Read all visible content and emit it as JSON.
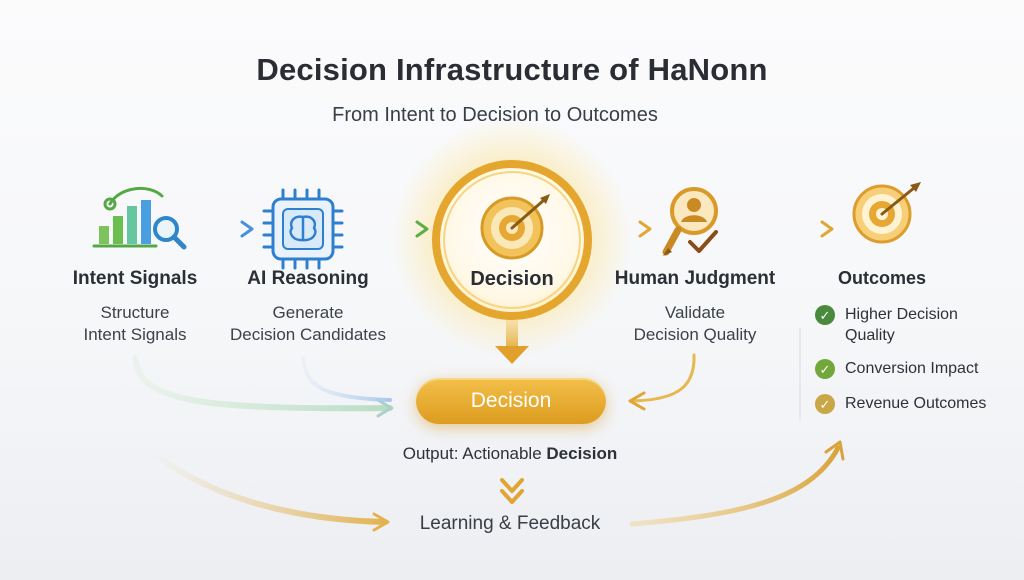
{
  "title": "Decision Infrastructure of HaNonn",
  "subtitle": "From Intent to Decision to Outcomes",
  "stages": [
    {
      "title": "Intent Signals",
      "desc_line1": "Structure",
      "desc_line2": "Intent Signals",
      "icon": "bar-chart-search-icon"
    },
    {
      "title": "AI Reasoning",
      "desc_line1": "Generate",
      "desc_line2": "Decision Candidates",
      "icon": "ai-chip-brain-icon"
    },
    {
      "title": "Decision",
      "icon": "target-arrow-icon"
    },
    {
      "title": "Human Judgment",
      "desc_line1": "Validate",
      "desc_line2": "Decision Quality",
      "icon": "person-pen-check-icon"
    }
  ],
  "outcomes": {
    "title": "Outcomes",
    "icon": "target-arrow-icon",
    "items": [
      {
        "line1": "Higher Decision",
        "line2": "Quality",
        "color": "#4a8a3c"
      },
      {
        "line1": "Conversion Impact",
        "line2": "",
        "color": "#72a83a"
      },
      {
        "line1": "Revenue Outcomes",
        "line2": "",
        "color": "#c9a646"
      }
    ]
  },
  "decision_pill": "Decision",
  "output_prefix": "Output: Actionable ",
  "output_bold": "Decision",
  "feedback": "Learning & Feedback",
  "colors": {
    "gold": "#e2a52a",
    "green": "#6fb24a",
    "blue": "#4a8fe0",
    "dark": "#2a2d33"
  }
}
